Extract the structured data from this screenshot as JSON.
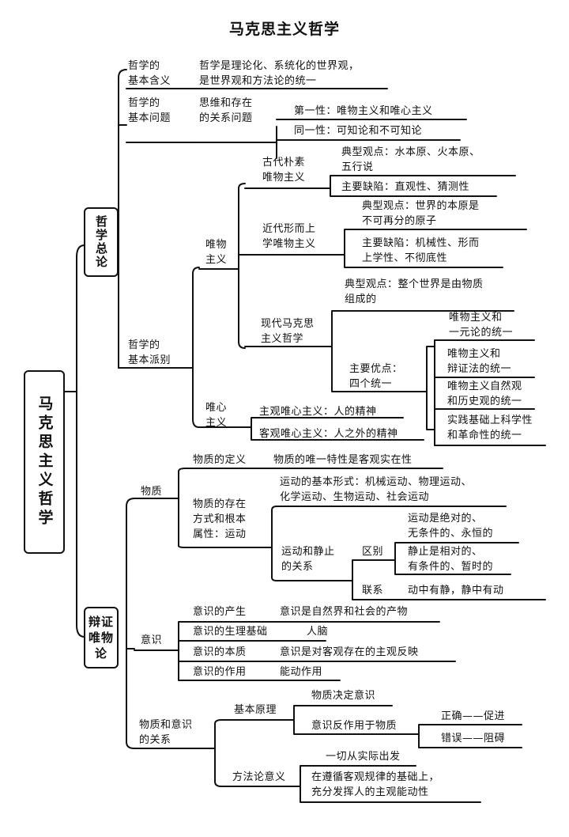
{
  "title": "马克思主义哲学",
  "root": "马克思主义哲学",
  "overview": {
    "label": "哲学总论",
    "meaning_label": "哲学的\n基本含义",
    "meaning_text": "哲学是理论化、系统化的世界观，\n是世界观和方法论的统一",
    "question_label": "哲学的\n基本问题",
    "question_mid": "思维和存在\n的关系问题",
    "question_first": "第一性：唯物主义和唯心主义",
    "question_same": "同一性：可知论和不可知论",
    "schools_label": "哲学的\n基本派别",
    "materialism": "唯物\n主义",
    "ancient": "古代朴素\n唯物主义",
    "ancient_view": "典型观点：水本原、火本原、\n五行说",
    "ancient_flaw": "主要缺陷：直观性、猜测性",
    "modern": "近代形而上\n学唯物主义",
    "modern_view": "典型观点：世界的本原是\n不可再分的原子",
    "modern_flaw": "主要缺陷：机械性、形而\n上学性、不彻底性",
    "marxist": "现代马克思\n主义哲学",
    "marxist_view": "典型观点：整个世界是由物质\n组成的",
    "marxist_merit": "主要优点：\n四个统一",
    "unity": [
      "唯物主义和\n一元论的统一",
      "唯物主义和\n辩证法的统一",
      "唯物主义自然观\n和历史观的统一",
      "实践基础上科学性\n和革命性的统一"
    ],
    "idealism": "唯心\n主义",
    "subjective": "主观唯心主义：人的精神",
    "objective": "客观唯心主义：人之外的精神"
  },
  "dialectic": {
    "label": "辩证唯物论",
    "matter": "物质",
    "matter_def_label": "物质的定义",
    "matter_def_text": "物质的唯一特性是客观实在性",
    "matter_mode": "物质的存在\n方式和根本\n属性：运动",
    "motion_forms": "运动的基本形式：机械运动、物理运动、\n化学运动、生物运动、社会运动",
    "motion_rest": "运动和静止\n的关系",
    "difference": "区别",
    "absolute": "运动是绝对的、\n无条件的、永恒的",
    "relative": "静止是相对的、\n有条件的、暂时的",
    "connection": "联系",
    "connection_text": "动中有静，静中有动",
    "consciousness": "意识",
    "origin_label": "意识的产生",
    "origin_text": "意识是自然界和社会的产物",
    "basis_label": "意识的生理基础",
    "basis_text": "人脑",
    "essence_label": "意识的本质",
    "essence_text": "意识是对客观存在的主观反映",
    "role_label": "意识的作用",
    "role_text": "能动作用",
    "relation": "物质和意识\n的关系",
    "principle": "基本原理",
    "decides": "物质决定意识",
    "reacts": "意识反作用于物质",
    "correct": "正确——促进",
    "wrong": "错误——阻碍",
    "method": "方法论意义",
    "from_reality": "一切从实际出发",
    "initiative": "在遵循客观规律的基础上，\n充分发挥人的主观能动性"
  }
}
